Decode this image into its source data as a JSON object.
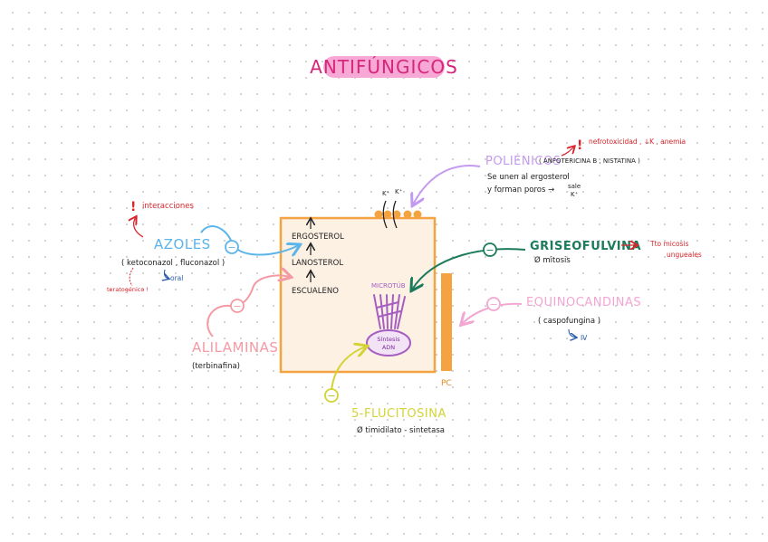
{
  "title": "ANTIFÚNGICOS",
  "cell": {
    "membrane_steps": [
      "ERGOSTEROL",
      "LANOSTEROL",
      "ESCUALENO"
    ],
    "microtubule_label": "MICROTÚB",
    "nucleus_label_line1": "Síntesis",
    "nucleus_label_line2": "ADN",
    "cell_wall_label": "PC",
    "pore_ions": [
      "K⁺",
      "K⁺"
    ]
  },
  "drugs": {
    "azoles": {
      "name": "AZOLES",
      "examples": "( ketoconazol , fluconazol )",
      "route": "oral",
      "warning": "interacciones",
      "teratogenic": "teratogénico !"
    },
    "alilaminas": {
      "name": "ALILAMINAS",
      "examples": "(terbinafina)"
    },
    "polienicos": {
      "name": "POLIÉNICOS",
      "examples": "( ANFOTERICINA B , NISTATINA )",
      "mechanism_line1": "Se unen al ergosterol",
      "mechanism_line2": "y forman poros →",
      "mechanism_tail_top": "sale",
      "mechanism_tail_bottom": "K⁺",
      "warning": "nefrotoxicidad , ↓K , anemia"
    },
    "griseofulvina": {
      "name": "GRISEOFULVINA",
      "mechanism": "Ø mitosis",
      "use_line1": "Tto micosis",
      "use_line2": "ungueales"
    },
    "equinocandinas": {
      "name": "EQUINOCANDINAS",
      "examples": "( caspofungina )",
      "route": "IV"
    },
    "flucitosina": {
      "name": "5-FLUCITOSINA",
      "mechanism": "Ø timidilato - sintetasa"
    }
  },
  "inhibit_symbol": "−",
  "warning_symbol": "!",
  "colors": {
    "title_highlight": "#f7a8d4",
    "title_text": "#d6267b",
    "cell_fill": "#fdf1e4",
    "cell_border": "#f4a340",
    "azoles": "#5bb4ea",
    "alilaminas": "#f49aa4",
    "polienicos": "#c39af0",
    "griseofulvina": "#1c7b5b",
    "equinocandinas": "#f4a6d2",
    "flucitosina": "#d3d335",
    "microtubules": "#a75ec3",
    "warning": "#d9252b"
  }
}
